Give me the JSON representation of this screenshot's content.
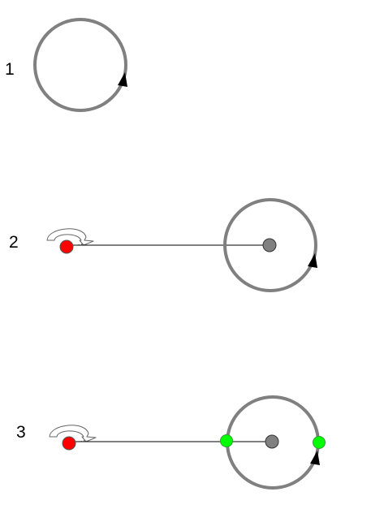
{
  "steps": [
    {
      "number": "1"
    },
    {
      "number": "2"
    },
    {
      "number": "3"
    }
  ],
  "colors": {
    "orbit": "#808080",
    "arrow": "#000000",
    "line": "#000000",
    "center_dot": "#808080",
    "red_dot": "#ff0000",
    "green_dot": "#00ff00",
    "spin_arrow_outline": "#666666"
  }
}
